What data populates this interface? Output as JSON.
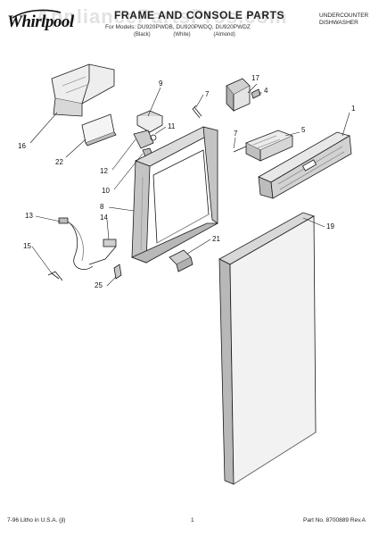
{
  "header": {
    "brand": "Whirlpool",
    "title": "FRAME AND CONSOLE PARTS",
    "models_line": "For Models: DU920PWDB, DU920PWDQ, DU920PWDZ",
    "color_labels": [
      "(Black)",
      "(White)",
      "(Almond)"
    ],
    "product_type_line1": "UNDERCOUNTER",
    "product_type_line2": "DISHWASHER"
  },
  "watermark": "AppliancePartsPros.com",
  "callouts": [
    "16",
    "22",
    "9",
    "7",
    "11",
    "12",
    "10",
    "8",
    "13",
    "14",
    "15",
    "25",
    "21",
    "19",
    "17",
    "4",
    "5",
    "1",
    "7"
  ],
  "footer": {
    "litho": "7-96 Litho in U.S.A. (jl)",
    "page": "1",
    "part_no": "Part No. 8700889 Rev.A"
  },
  "colors": {
    "ink": "#1a1a1a",
    "shade": "#9a9a9a",
    "light": "#d8d8d8"
  }
}
